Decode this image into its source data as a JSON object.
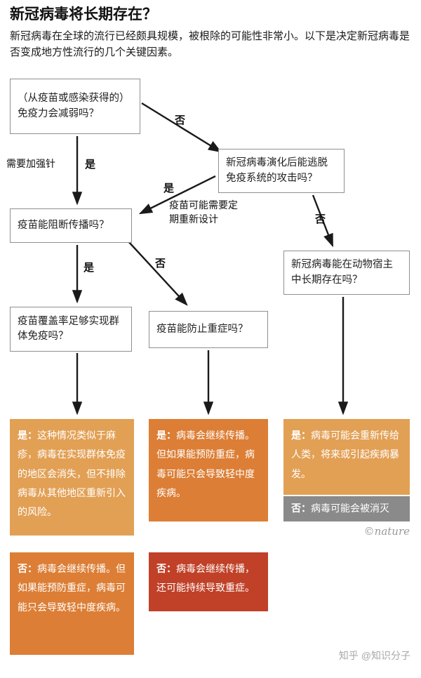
{
  "page": {
    "title": "新冠病毒将长期存在？",
    "subtitle": "新冠病毒在全球的流行已经颇具规模，被根除的可能性非常小。以下是决定新冠病毒是否变成地方性流行的几个关键因素。"
  },
  "colors": {
    "light_orange": "#E2A055",
    "medium_orange": "#DC7E35",
    "red_box": "#C04128",
    "gray_box": "#8A8A8A"
  },
  "flowchart": {
    "questions": {
      "immunity": "（从疫苗或感染获得的）免疫力会减弱吗？",
      "evolve": "新冠病毒演化后能逃脱免疫系统的攻击吗？",
      "block": "疫苗能阻断传播吗？",
      "animal": "新冠病毒能在动物宿主中长期存在吗？",
      "coverage": "疫苗覆盖率足够实现群体免疫吗？",
      "severe": "疫苗能防止重症吗？"
    },
    "edge_labels": {
      "yes": "是",
      "no": "否",
      "booster": "需要加强针",
      "redesign": "疫苗可能需要定期重新设计"
    },
    "outcomes": {
      "herd": {
        "prefix": "是：",
        "text": "这种情况类似于麻疹，病毒在实现群体免疫的地区会消失，但不排除病毒从其他地区重新引入的风险。"
      },
      "mild_yes": {
        "prefix": "是：",
        "text": "病毒会继续传播。但如果能预防重症，病毒可能只会导致轻中度疾病。"
      },
      "animal_yes": {
        "prefix": "是：",
        "text": "病毒可能会重新传给人类，将来或引起疾病暴发。"
      },
      "eliminated": {
        "prefix": "否：",
        "text": "病毒可能会被消灭"
      },
      "mild_no": {
        "prefix": "否：",
        "text": "病毒会继续传播。但如果能预防重症，病毒可能只会导致轻中度疾病。"
      },
      "severe_no": {
        "prefix": "否：",
        "text": "病毒会继续传播，还可能持续导致重症。"
      }
    }
  },
  "watermarks": {
    "nature": "©nature",
    "zhihu": "知乎 @知识分子"
  }
}
